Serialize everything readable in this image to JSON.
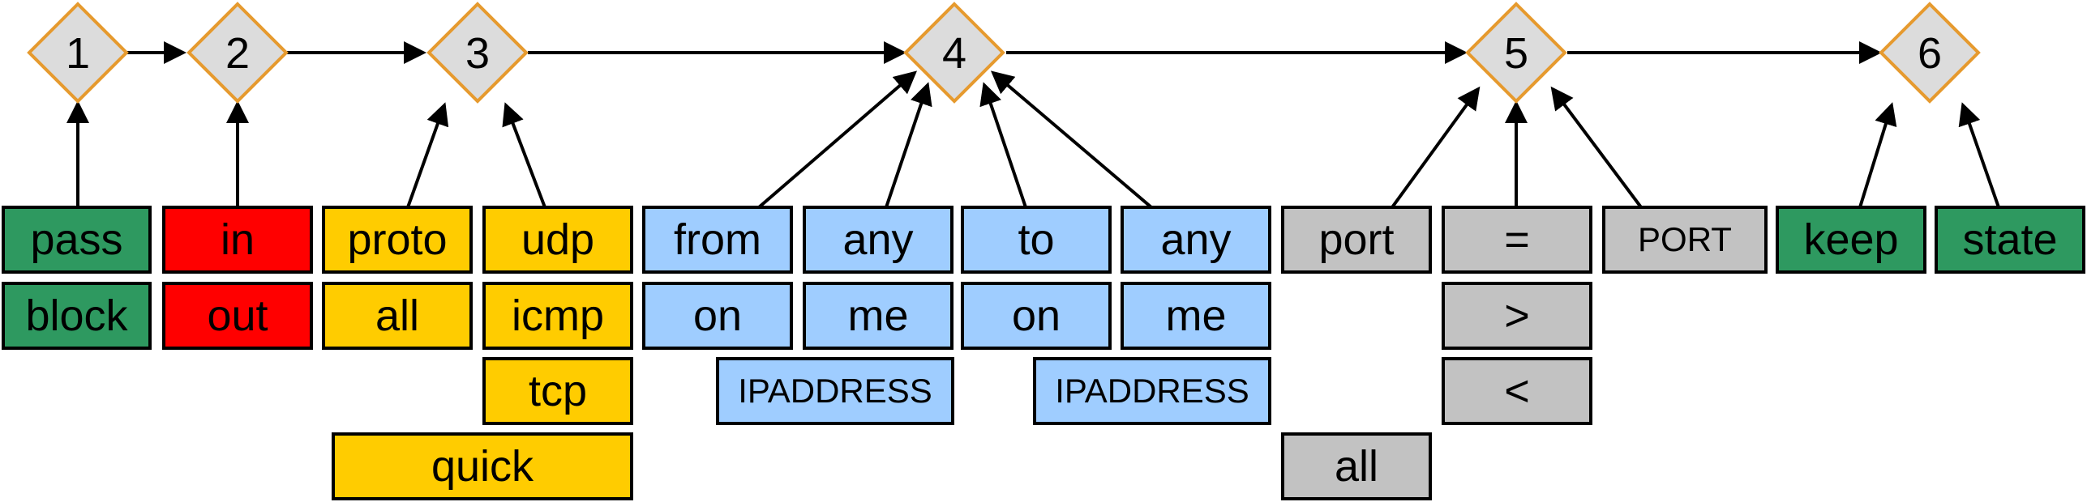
{
  "nodes": [
    "1",
    "2",
    "3",
    "4",
    "5",
    "6"
  ],
  "colors": {
    "green": "#2e9960",
    "red": "#ff0000",
    "yellow": "#ffcc00",
    "blue": "#9fcdff",
    "gray": "#c2c2c2",
    "node_fill": "#dcdcdc",
    "node_border": "#e69a2e"
  },
  "tokens": {
    "pass": "pass",
    "block": "block",
    "in": "in",
    "out": "out",
    "proto": "proto",
    "all": "all",
    "udp": "udp",
    "icmp": "icmp",
    "tcp": "tcp",
    "quick": "quick",
    "from": "from",
    "from_on": "on",
    "src_any": "any",
    "src_me": "me",
    "src_ipaddress": "IPADDRESS",
    "to": "to",
    "to_on": "on",
    "dst_any": "any",
    "dst_me": "me",
    "dst_ipaddress": "IPADDRESS",
    "port": "port",
    "port_all": "all",
    "eq": "=",
    "gt": ">",
    "lt": "<",
    "port_value": "PORT",
    "keep": "keep",
    "state": "state"
  }
}
